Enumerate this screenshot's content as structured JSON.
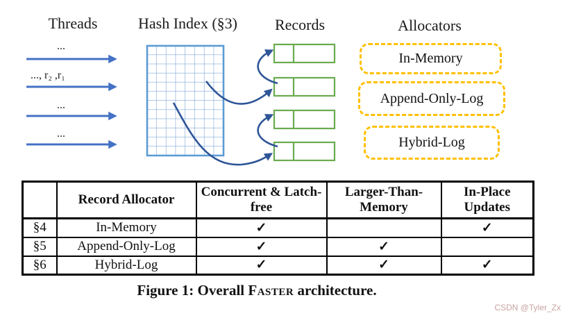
{
  "figure": {
    "headers": {
      "threads": "Threads",
      "hash_index": "Hash Index (§3)",
      "records": "Records",
      "allocators": "Allocators"
    },
    "thread_labels": [
      "...",
      "..., r₂ ,r₁",
      "...",
      "..."
    ],
    "allocator_boxes": [
      "In-Memory",
      "Append-Only-Log",
      "Hybrid-Log"
    ],
    "caption": {
      "prefix": "Figure 1: Overall ",
      "smallcaps": "Faster",
      "suffix": " architecture."
    }
  },
  "table": {
    "headers": [
      "",
      "Record Allocator",
      "Concurrent & Latch-free",
      "Larger-Than-Memory",
      "In-Place Updates"
    ],
    "rows": [
      [
        "§4",
        "In-Memory",
        "✓",
        "",
        "✓"
      ],
      [
        "§5",
        "Append-Only-Log",
        "✓",
        "✓",
        ""
      ],
      [
        "§6",
        "Hybrid-Log",
        "✓",
        "✓",
        "✓"
      ]
    ]
  },
  "watermark": "CSDN @Tyler_Zx",
  "colors": {
    "arrow-blue": "#4472C4",
    "curve-blue": "#2E5597",
    "grid-blue": "#7EA6D9",
    "grid-border-blue": "#5B9BD5",
    "record-green": "#6AAB4E",
    "allocator-gold": "#FFC000",
    "watermark-red": "#C9A2A2"
  }
}
